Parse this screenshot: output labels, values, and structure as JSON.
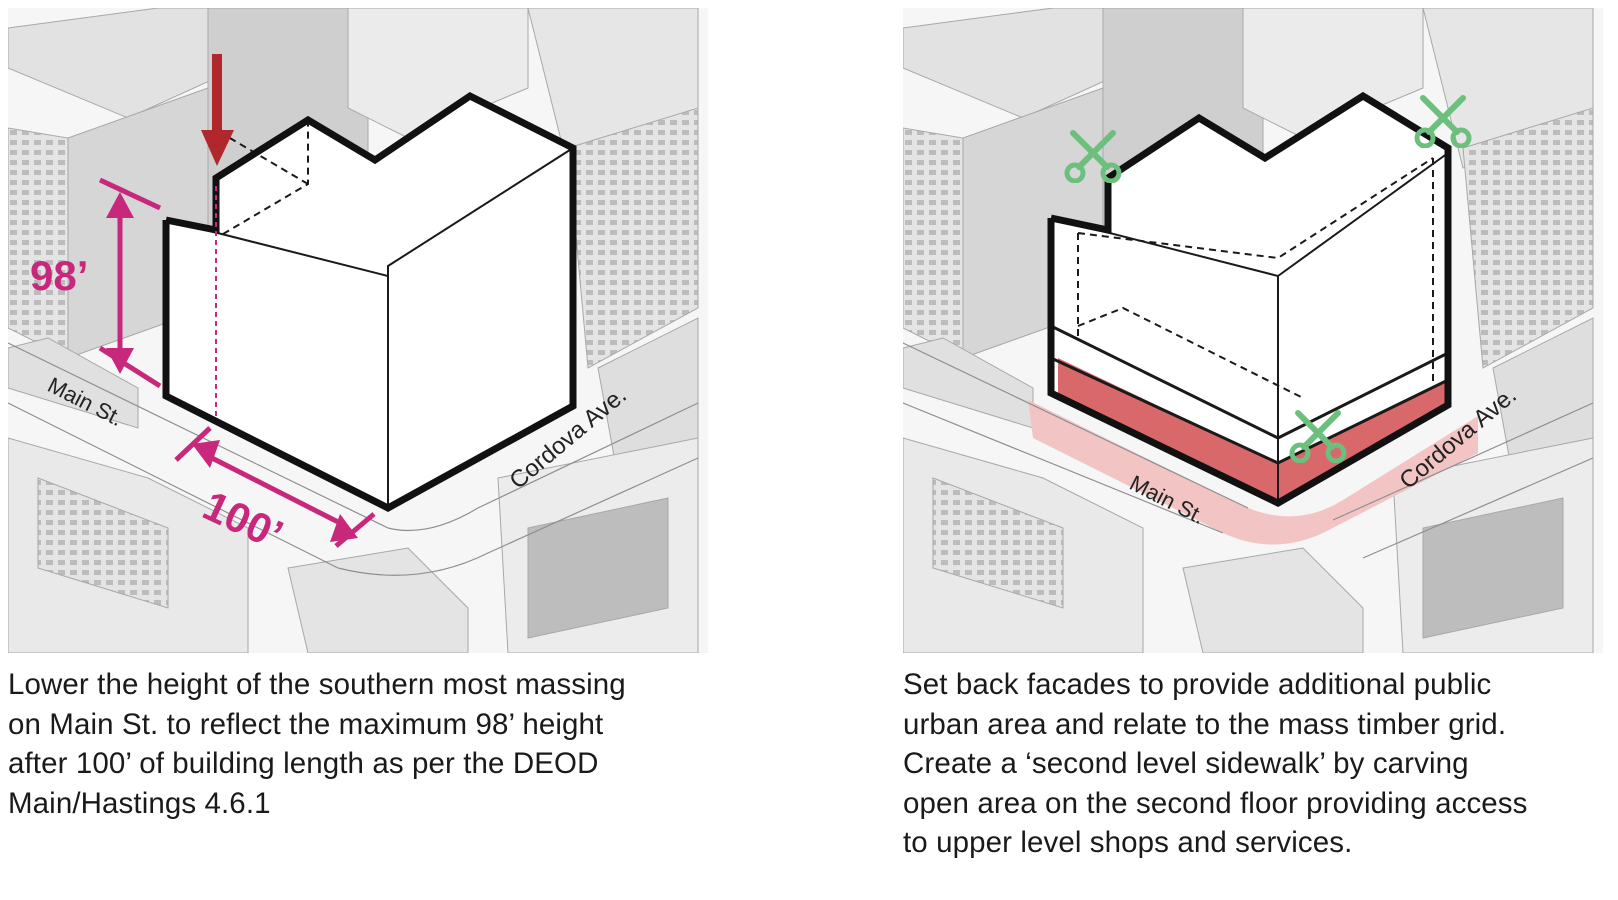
{
  "left_panel": {
    "street_main": "Main St.",
    "street_cordova": "Cordova Ave.",
    "height_label": "98’",
    "length_label": "100’",
    "caption_lines": [
      "Lower the height of the southern most massing",
      "on Main St. to reflect the maximum 98’ height",
      "after 100’ of building length as per the DEOD",
      "Main/Hastings 4.6.1"
    ]
  },
  "right_panel": {
    "street_main": "Main St.",
    "street_cordova": "Cordova Ave.",
    "caption_lines": [
      "Set back facades to provide additional public",
      "urban area and relate to the mass timber grid.",
      "Create a ‘second level sidewalk’ by carving",
      "open area on the second floor providing access",
      "to upper level shops and services."
    ]
  },
  "colors": {
    "dimension": "#c8287c",
    "arrow": "#b0282c",
    "scissors": "#6cbf7c",
    "setback_fill": "#d9686b",
    "sidewalk_fill": "#f2c4c4",
    "context_gray": "#c9c9c9",
    "context_dark": "#9a9a9a"
  }
}
